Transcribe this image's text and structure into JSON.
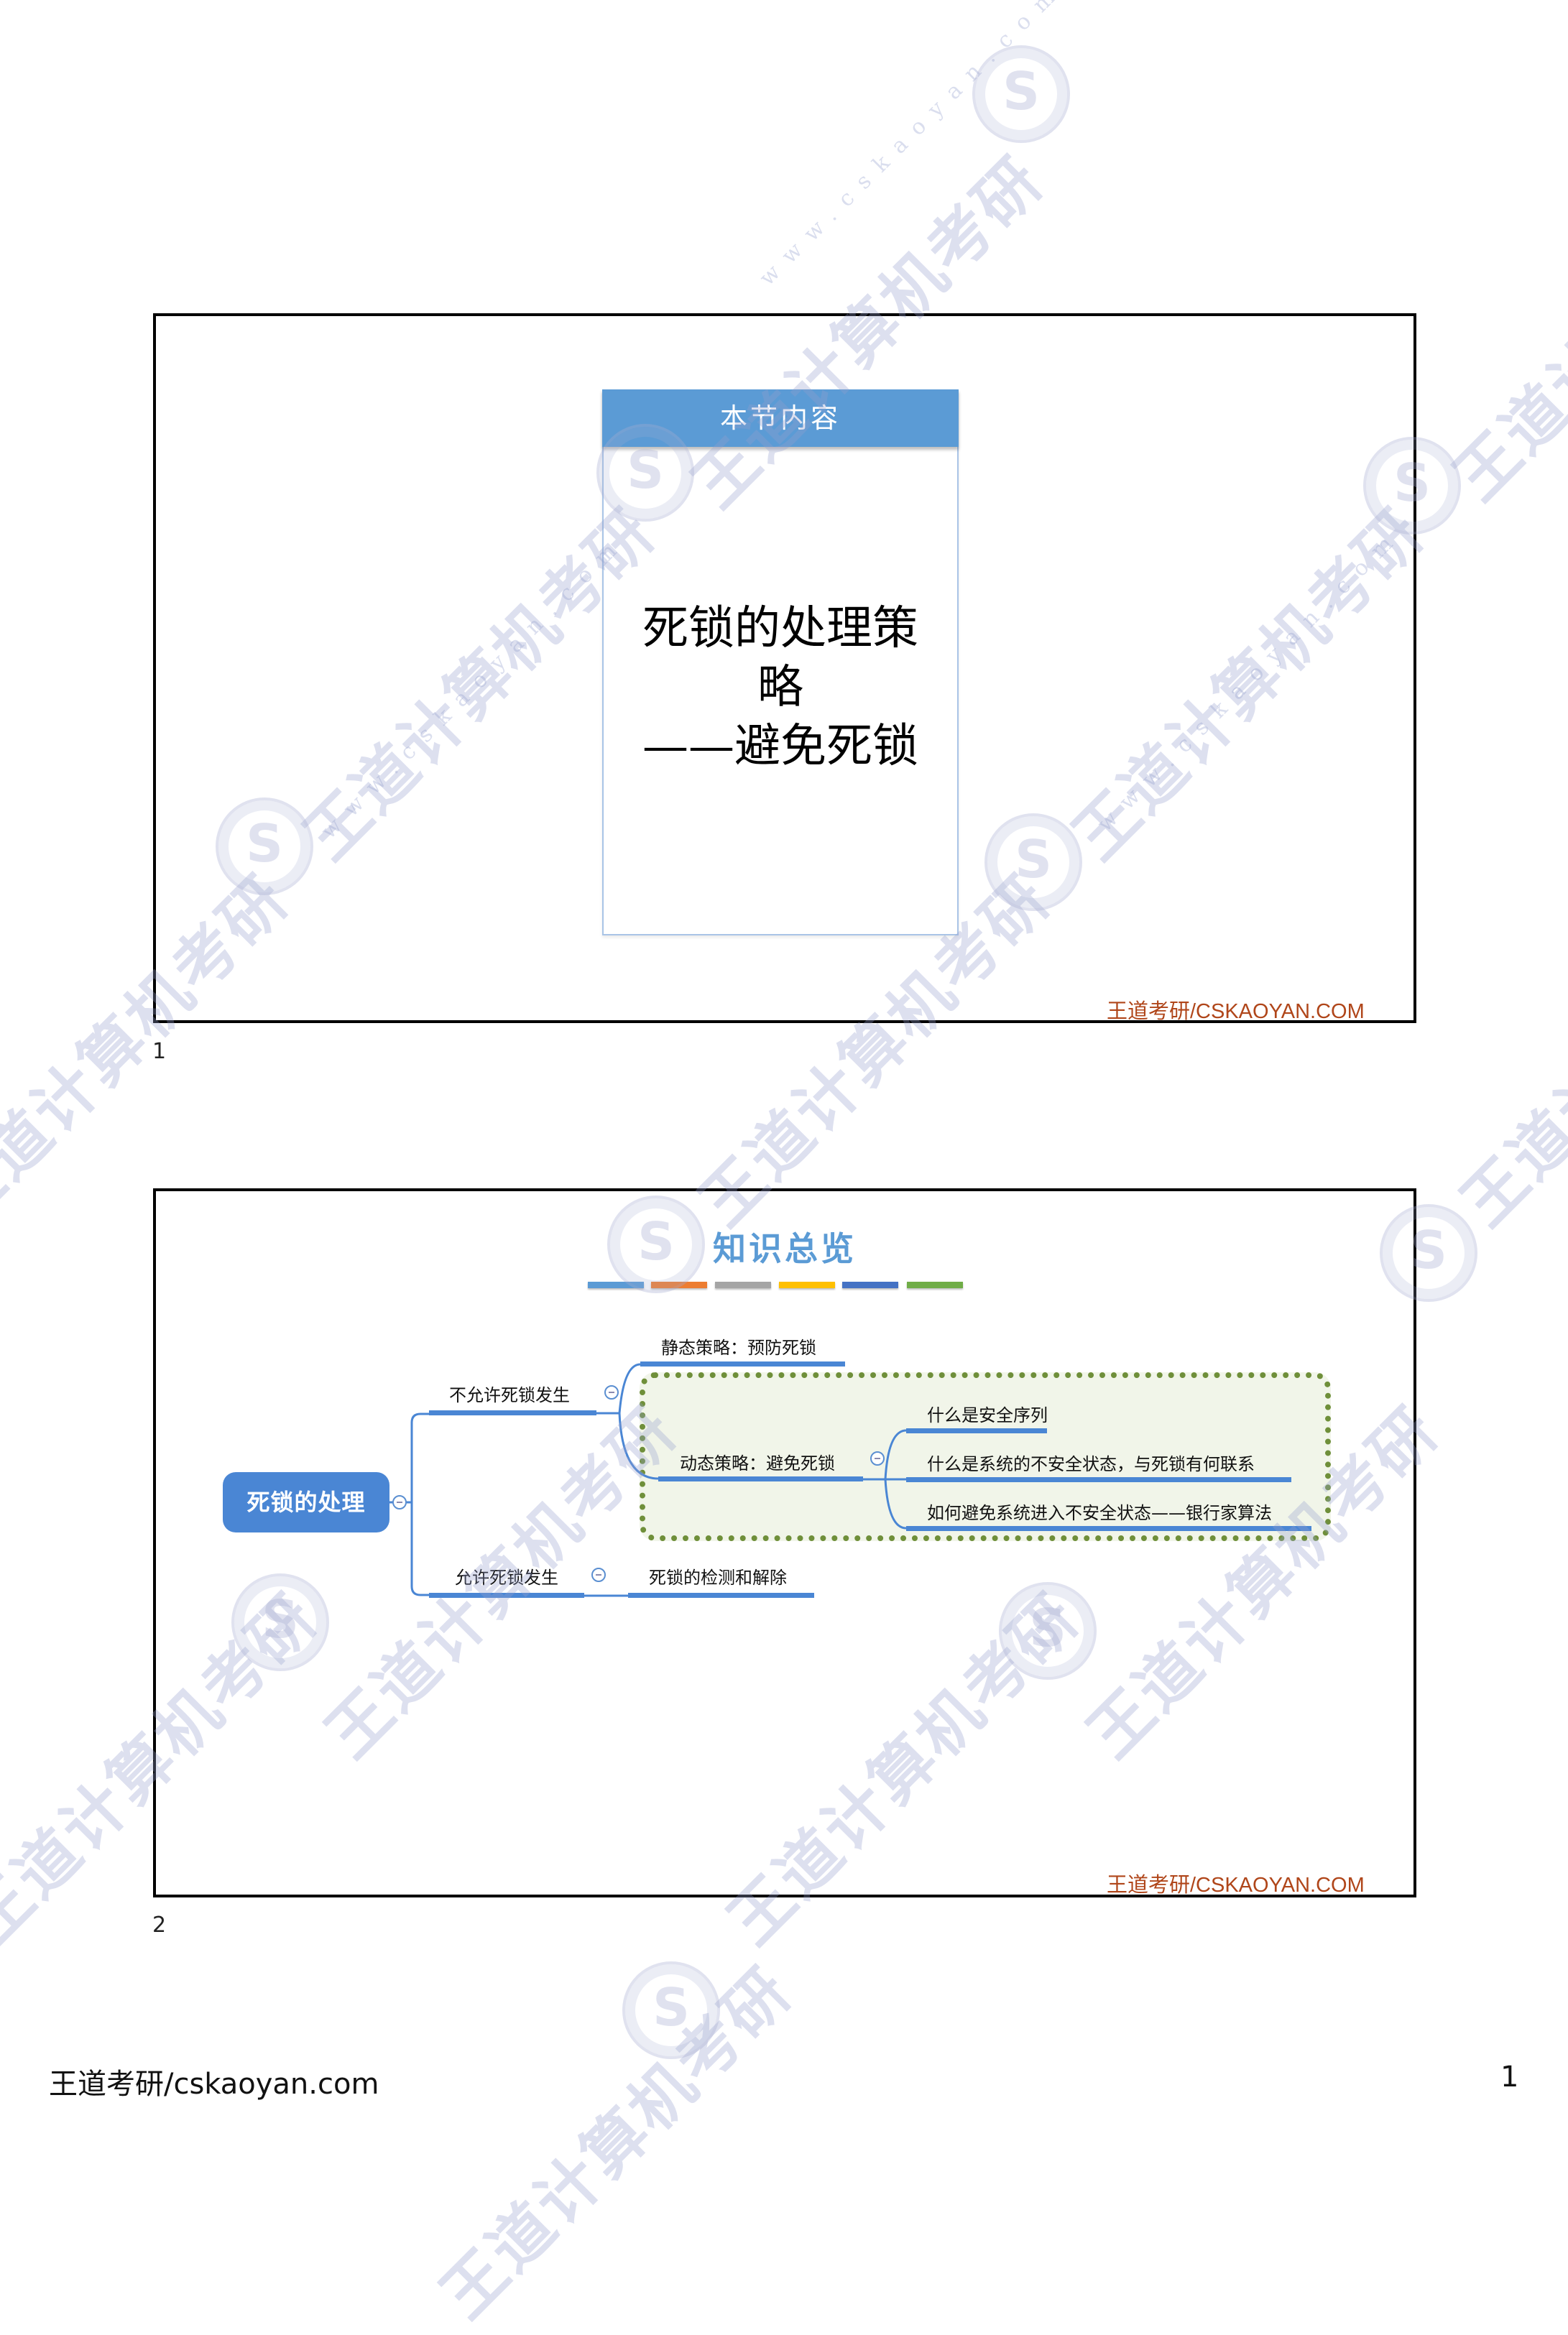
{
  "slides": [
    {
      "number": "1",
      "card": {
        "header": "本节内容",
        "title_lines": [
          "死锁的处理策",
          "略",
          "——避免死锁"
        ]
      },
      "footer": "王道考研/CSKAOYAN.COM"
    },
    {
      "number": "2",
      "title": "知识总览",
      "color_bars": [
        "#5b9bd5",
        "#ed7d31",
        "#a5a5a5",
        "#ffc000",
        "#4472c4",
        "#70ad47"
      ],
      "mindmap": {
        "root": "死锁的处理",
        "branches": [
          {
            "label": "不允许死锁发生",
            "children": [
              {
                "label": "静态策略：预防死锁"
              },
              {
                "label": "动态策略：避免死锁",
                "highlighted": true,
                "children": [
                  "什么是安全序列",
                  "什么是系统的不安全状态，与死锁有何联系",
                  "如何避免系统进入不安全状态——银行家算法"
                ]
              }
            ]
          },
          {
            "label": "允许死锁发生",
            "children": [
              {
                "label": "死锁的检测和解除"
              }
            ]
          }
        ]
      },
      "footer": "王道考研/CSKAOYAN.COM"
    }
  ],
  "page_footer": {
    "left": "王道考研/cskaoyan.com",
    "page_number": "1"
  },
  "watermark": {
    "text": "王道计算机考研",
    "url": "www.cskaoyan.com"
  },
  "colors": {
    "accent_blue": "#5b9bd5",
    "node_blue": "#4a86d4",
    "footer_brown": "#b0461a",
    "dotted_green": "#6f8f3a",
    "highlight_bg": "#f1f5e9"
  }
}
